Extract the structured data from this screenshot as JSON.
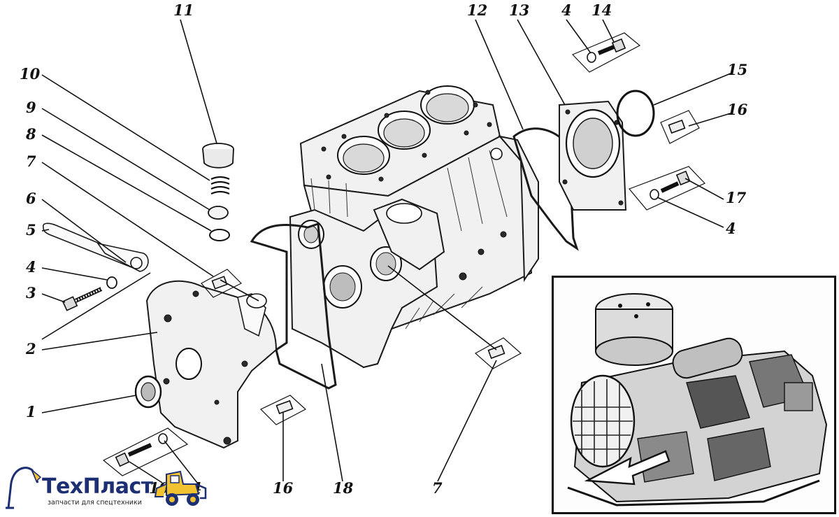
{
  "callouts": {
    "n1": "1",
    "n2": "2",
    "n3": "3",
    "n4a": "4",
    "n5": "5",
    "n6": "6",
    "n7a": "7",
    "n8": "8",
    "n9": "9",
    "n10": "10",
    "n11": "11",
    "n12": "12",
    "n13": "13",
    "n4b": "4",
    "n14": "14",
    "n15": "15",
    "n16a": "16",
    "n17": "17",
    "n4c": "4",
    "n19": "19",
    "n4d": "4",
    "n16b": "16",
    "n18": "18",
    "n7b": "7"
  },
  "logo": {
    "name": "ТехПласт",
    "tagline": "запчасти для спецтехники"
  },
  "colors": {
    "ink": "#111111",
    "logo_blue": "#1d2f73",
    "logo_yellow": "#f2c230"
  },
  "icons": {
    "logo_left": "excavator-icon",
    "logo_right": "loader-icon"
  }
}
